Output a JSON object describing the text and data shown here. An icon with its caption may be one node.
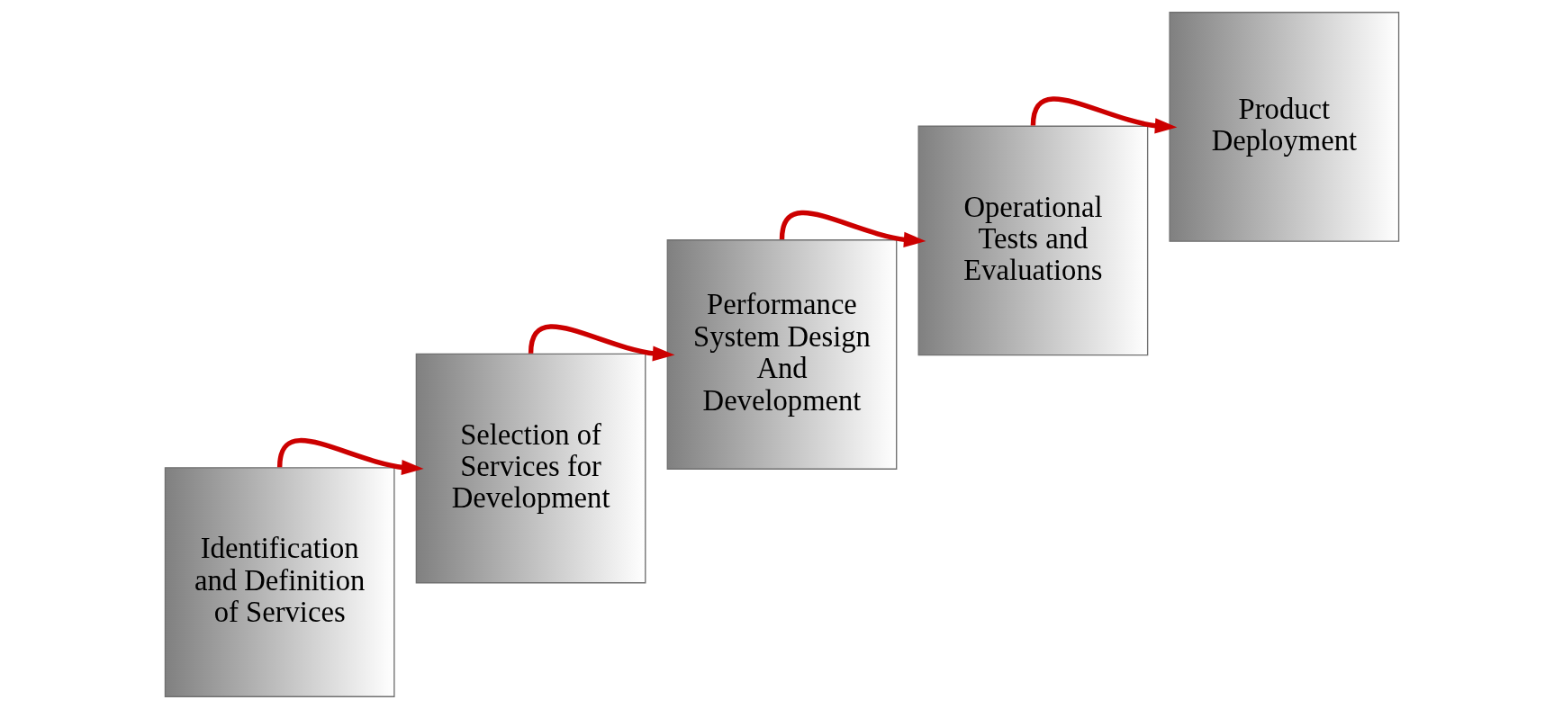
{
  "diagram": {
    "nodes": [
      {
        "text": [
          "Identification and Definition of Services"
        ]
      },
      {
        "text": [
          "Selection of Services for Development"
        ]
      },
      {
        "text": [
          "Performance System Design And Development"
        ]
      },
      {
        "text": [
          "Operational Tests and Evaluations"
        ]
      },
      {
        "text": [
          "Product Deployment"
        ]
      }
    ],
    "edges": [
      {
        "from": 0,
        "to": 1,
        "arrow": "to"
      },
      {
        "from": 1,
        "to": 2,
        "arrow": "to"
      },
      {
        "from": 2,
        "to": 3,
        "arrow": "to"
      },
      {
        "from": 3,
        "to": 4,
        "arrow": "to"
      }
    ]
  }
}
